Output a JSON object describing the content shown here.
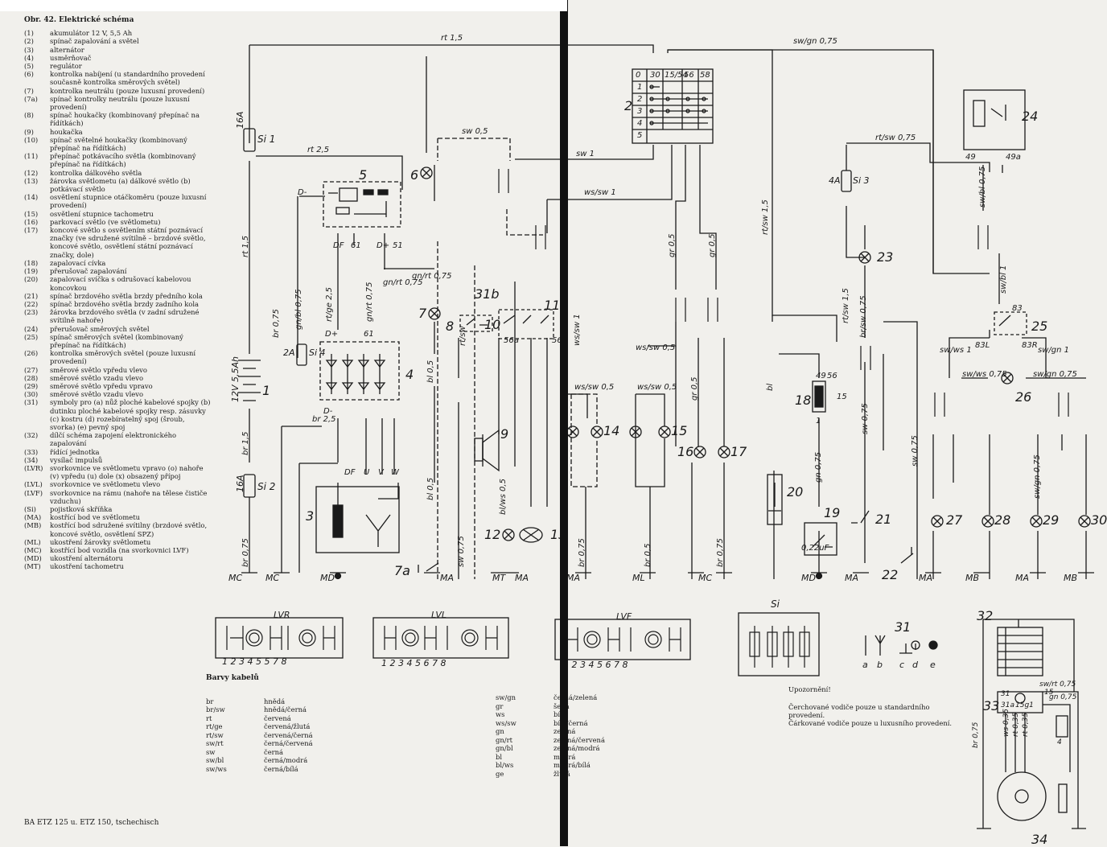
{
  "legend": {
    "title": "Obr. 42. Elektrické schéma",
    "items": [
      {
        "num": "(1)",
        "text": "akumulátor 12 V, 5,5 Ah"
      },
      {
        "num": "(2)",
        "text": "spínač zapalování a světel"
      },
      {
        "num": "(3)",
        "text": "alternátor"
      },
      {
        "num": "(4)",
        "text": "usměrňovač"
      },
      {
        "num": "(5)",
        "text": "regulátor"
      },
      {
        "num": "(6)",
        "text": "kontrolka nabíjení (u standardního provedení současně kontrolka směrových světel)"
      },
      {
        "num": "(7)",
        "text": "kontrolka neutrálu (pouze luxusní provedení)"
      },
      {
        "num": "(7a)",
        "text": "spínač kontrolky neutrálu (pouze luxusní provedení)"
      },
      {
        "num": "(8)",
        "text": "spínač houkačky (kombinovaný přepínač na řídítkách)"
      },
      {
        "num": "(9)",
        "text": "houkačka"
      },
      {
        "num": "(10)",
        "text": "spínač světelné houkačky (kombinovaný přepínač na řídítkách)"
      },
      {
        "num": "(11)",
        "text": "přepínač potkávacího světla (kombinovaný přepínač na řídítkách)"
      },
      {
        "num": "(12)",
        "text": "kontrolka dálkového světla"
      },
      {
        "num": "(13)",
        "text": "žárovka světlometu (a) dálkové světlo (b) potkávací světlo"
      },
      {
        "num": "(14)",
        "text": "osvětlení stupnice otáčkoměru (pouze luxusní provedení)"
      },
      {
        "num": "(15)",
        "text": "osvětlení stupnice tachometru"
      },
      {
        "num": "(16)",
        "text": "parkovací světlo (ve světlometu)"
      },
      {
        "num": "(17)",
        "text": "koncové světlo s osvětlením státní poznávací značky (ve sdružené svítilně – brzdové světlo, koncové světlo, osvětlení státní poznávací značky, dole)"
      },
      {
        "num": "(18)",
        "text": "zapalovací cívka"
      },
      {
        "num": "(19)",
        "text": "přerušovač zapalování"
      },
      {
        "num": "(20)",
        "text": "zapalovací svíčka s odrušovací kabelovou koncovkou"
      },
      {
        "num": "(21)",
        "text": "spínač brzdového světla brzdy předního kola"
      },
      {
        "num": "(22)",
        "text": "spínač brzdového světla brzdy zadního kola"
      },
      {
        "num": "(23)",
        "text": "žárovka brzdového světla (v zadní sdružené svítilně nahoře)"
      },
      {
        "num": "(24)",
        "text": "přerušovač směrových světel"
      },
      {
        "num": "(25)",
        "text": "spínač směrových světel (kombinovaný přepínač na řídítkách)"
      },
      {
        "num": "(26)",
        "text": "kontrolka směrových světel (pouze luxusní provedení)"
      },
      {
        "num": "(27)",
        "text": "směrové světlo vpředu vlevo"
      },
      {
        "num": "(28)",
        "text": "směrové světlo vzadu vlevo"
      },
      {
        "num": "(29)",
        "text": "směrové světlo vpředu vpravo"
      },
      {
        "num": "(30)",
        "text": "směrové světlo vzadu vlevo"
      },
      {
        "num": "(31)",
        "text": "symboly pro (a) nůž ploché kabelové spojky (b) dutinku ploché kabelové spojky resp. zásuvky (c) kostru (d) rozebíratelný spoj (šroub, svorka) (e) pevný spoj"
      },
      {
        "num": "(32)",
        "text": "dílčí schéma zapojení elektronického zapalování"
      },
      {
        "num": "(33)",
        "text": "řídící jednotka"
      },
      {
        "num": "(34)",
        "text": "vysílač impulsů"
      },
      {
        "num": "(LVR)",
        "text": "svorkovnice ve světlometu vpravo (o) nahoře (v) vpředu (u) dole (x) obsazený přípoj"
      },
      {
        "num": "(LVL)",
        "text": "svorkovnice ve světlometu vlevo"
      },
      {
        "num": "(LVF)",
        "text": "svorkovnice na rámu (nahoře na tělese čističe vzduchu)"
      },
      {
        "num": "(Si)",
        "text": "pojistková skříňka"
      },
      {
        "num": "(MA)",
        "text": "kostřící bod ve světlometu"
      },
      {
        "num": "(MB)",
        "text": "kostřící bod sdružené svítilny (brzdové světlo, koncové světlo, osvětlení SPZ)"
      },
      {
        "num": "(ML)",
        "text": "ukostření žárovky světlometu"
      },
      {
        "num": "(MC)",
        "text": "kostřící bod vozidla (na svorkovnici LVF)"
      },
      {
        "num": "(MD)",
        "text": "ukostření alternátoru"
      },
      {
        "num": "(MT)",
        "text": "ukostření tachometru"
      }
    ]
  },
  "colors": {
    "title": "Barvy kabelů",
    "left": [
      {
        "code": "br",
        "name": "hnědá"
      },
      {
        "code": "br/sw",
        "name": "hnědá/černá"
      },
      {
        "code": "rt",
        "name": "červená"
      },
      {
        "code": "rt/ge",
        "name": "červená/žlutá"
      },
      {
        "code": "rt/sw",
        "name": "červená/černá"
      },
      {
        "code": "sw/rt",
        "name": "černá/červená"
      },
      {
        "code": "sw",
        "name": "černá"
      },
      {
        "code": "sw/bl",
        "name": "černá/modrá"
      },
      {
        "code": "sw/ws",
        "name": "černá/bílá"
      }
    ],
    "right": [
      {
        "code": "sw/gn",
        "name": "černá/zelená"
      },
      {
        "code": "gr",
        "name": "šedá"
      },
      {
        "code": "ws",
        "name": "bílá"
      },
      {
        "code": "ws/sw",
        "name": "bílá/černá"
      },
      {
        "code": "gn",
        "name": "zelená"
      },
      {
        "code": "gn/rt",
        "name": "zelená/červená"
      },
      {
        "code": "gn/bl",
        "name": "zelená/modrá"
      },
      {
        "code": "bl",
        "name": "modrá"
      },
      {
        "code": "bl/ws",
        "name": "modrá/bílá"
      },
      {
        "code": "ge",
        "name": "žlutá"
      }
    ]
  },
  "note": {
    "title": "Upozornění!",
    "lines": [
      "Čerchované vodiče pouze u standardního provedení.",
      "Čárkované vodiče pouze u luxusního provedení."
    ]
  },
  "footer": "BA ETZ 125 u. ETZ 150, tschechisch",
  "diagram": {
    "wires": [
      "rt 1,5",
      "sw/gn 0,75",
      "rt 2,5",
      "sw 0,5",
      "sw 1",
      "ws/sw 1",
      "rt/sw 0,75",
      "rt/sw 1,5",
      "sw/bl 0,75",
      "sw/bl 1",
      "rt 1,5",
      "br 0,75",
      "gn/bl 0,75",
      "rt/ge 2,5",
      "gn/rt 0,75",
      "gn/rt 0,75",
      "br 2,5",
      "br 1,5",
      "br 0,75",
      "bl 0,5",
      "bl 0,5",
      "sw 0,75",
      "ws/sw 1",
      "ws/sw 0,5",
      "ws/sw 0,5",
      "ws/sw 0,5",
      "gr 0,5",
      "gr 0,5",
      "gr 0,5",
      "br 0,75",
      "br 0,5",
      "br 0,75",
      "bl",
      "gn 0,75",
      "rt/sw 1,5",
      "br/sw 0,75",
      "sw 0,75",
      "sw 0,75",
      "sw/ws 1",
      "sw/gn 1",
      "sw/ws 0,75",
      "sw/gn 0,75",
      "sw/gn 0,75",
      "bl/ws 0,5",
      "rt/sw",
      "gn/rt 0,75"
    ],
    "numbers": [
      "1",
      "2",
      "3",
      "4",
      "5",
      "6",
      "7",
      "7a",
      "8",
      "9",
      "10",
      "11",
      "12",
      "13",
      "14",
      "15",
      "16",
      "17",
      "18",
      "19",
      "20",
      "21",
      "22",
      "23",
      "24",
      "25",
      "26",
      "27",
      "28",
      "29",
      "30",
      "31",
      "31b",
      "32",
      "33",
      "34"
    ],
    "fuses": {
      "si1": "Si 1",
      "si2": "Si 2",
      "si3": "Si 3",
      "si4": "Si 4",
      "f1": "16A",
      "f2": "16A",
      "f3": "2A",
      "f4": "4A",
      "si_box": "Si"
    },
    "battery": "12V 5,5Ah",
    "switch_cols": [
      "0",
      "30",
      "15/54",
      "56",
      "58"
    ],
    "switch_rows": [
      "0",
      "1",
      "2",
      "3",
      "4",
      "5"
    ],
    "grounds": [
      "MC",
      "MC",
      "MD",
      "MA",
      "MT",
      "MA",
      "MA",
      "ML",
      "MC",
      "MD",
      "MA",
      "MA",
      "MB",
      "MA",
      "MB"
    ],
    "terminals": [
      "D-",
      "DF",
      "61",
      "D+",
      "51",
      "D+",
      "61",
      "D-",
      "DF",
      "U",
      "V",
      "W",
      "49",
      "49a",
      "83",
      "83L",
      "83R",
      "56a",
      "56b",
      "49",
      "56",
      "15",
      "1",
      "0,22uF"
    ],
    "connectors": {
      "lvr": "LVR",
      "lvl": "LVL",
      "lvf": "LVF",
      "pins_lvr": "1 2 3 4 5 5 7 8",
      "pins_lvl": "1 2 3 4 5 6 7 8",
      "pins_lvf": "1 2 3 4 5 6 7 8"
    },
    "symbols_title": "31",
    "symbols": [
      "a",
      "b",
      "c",
      "d",
      "e"
    ],
    "sub_labels": [
      "31",
      "31a",
      "15g1",
      "sw/rt 0,75",
      "gn 0,75",
      "15",
      "4",
      "ws 0,35",
      "rt 0,35",
      "rt 0,35",
      "br 0,75"
    ]
  }
}
